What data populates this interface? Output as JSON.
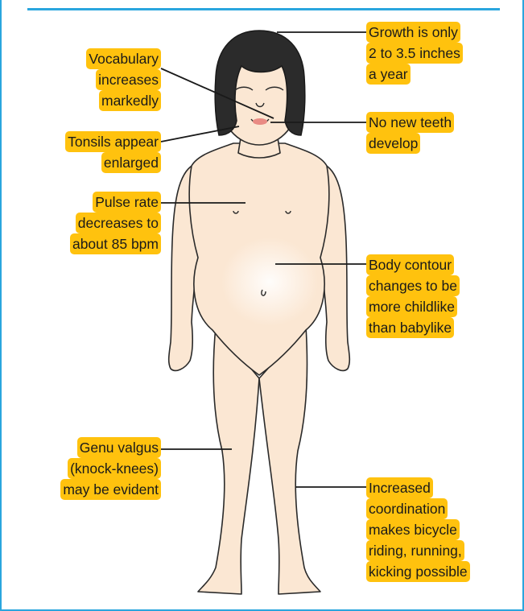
{
  "colors": {
    "frame": "#2aa6de",
    "label_bg": "#ffc20e",
    "skin": "#fbe7d3",
    "hair": "#2b2b2b",
    "leader": "#1a1a1a"
  },
  "labels": {
    "vocabulary": [
      "Vocabulary",
      "increases",
      "markedly"
    ],
    "tonsils": [
      "Tonsils appear",
      "enlarged"
    ],
    "pulse": [
      "Pulse rate",
      "decreases to",
      "about 85 bpm"
    ],
    "genu": [
      "Genu valgus",
      "(knock-knees)",
      "may be evident"
    ],
    "growth": [
      "Growth is only",
      "2 to 3.5 inches",
      "a year"
    ],
    "teeth": [
      "No new teeth",
      "develop"
    ],
    "contour": [
      "Body contour",
      "changes to be",
      "more childlike",
      "than babylike"
    ],
    "coordination": [
      "Increased",
      "coordination",
      "makes bicycle",
      "riding, running,",
      "kicking possible"
    ]
  }
}
